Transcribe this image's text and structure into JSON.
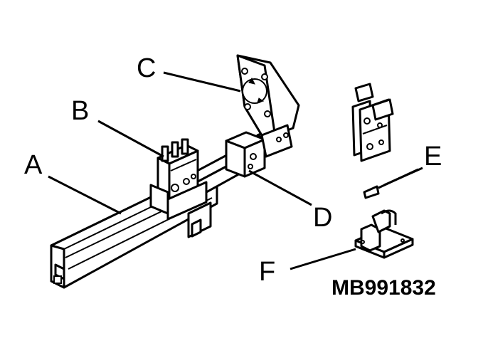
{
  "labels": {
    "a": "A",
    "b": "B",
    "c": "C",
    "d": "D",
    "e": "E",
    "f": "F"
  },
  "part_number": "MB991832"
}
